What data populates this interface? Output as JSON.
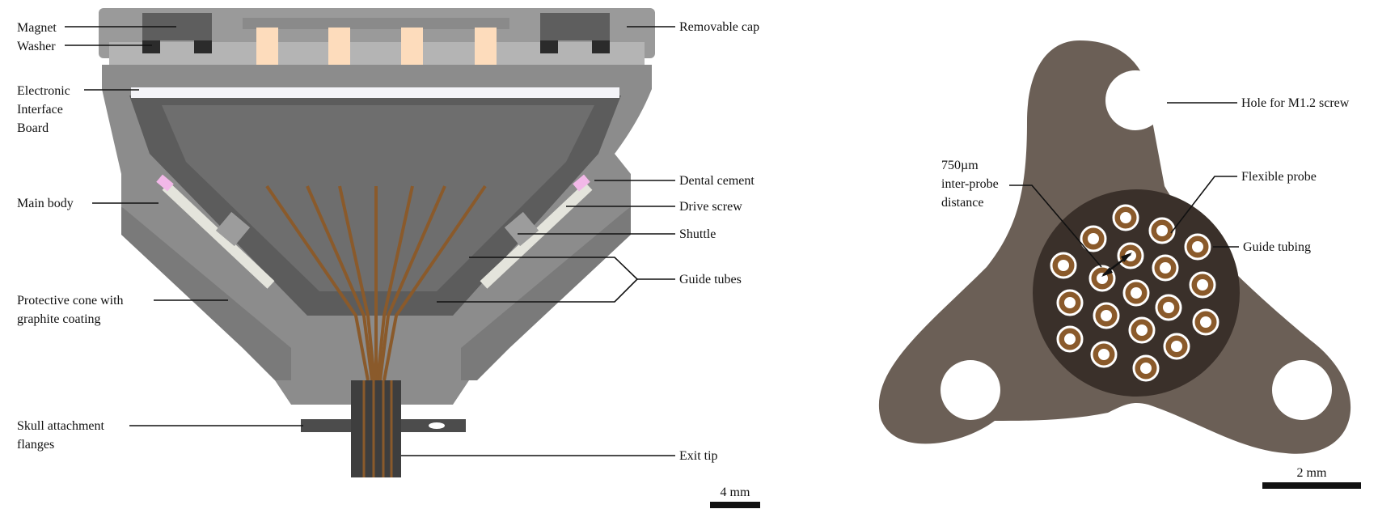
{
  "left_labels": {
    "magnet": "Magnet",
    "washer": "Washer",
    "eib_line1": "Electronic",
    "eib_line2": "Interface",
    "eib_line3": "Board",
    "main_body": "Main body",
    "cone_line1": "Protective cone with",
    "cone_line2": "graphite coating",
    "skull_line1": "Skull attachment",
    "skull_line2": "flanges"
  },
  "right_labels": {
    "removable_cap": "Removable cap",
    "dental_cement": "Dental cement",
    "drive_screw": "Drive screw",
    "shuttle": "Shuttle",
    "guide_tubes": "Guide tubes",
    "exit_tip": "Exit tip"
  },
  "tip_labels": {
    "hole": "Hole for M1.2 screw",
    "flexible_probe": "Flexible probe",
    "guide_tubing": "Guide tubing",
    "dist_line1": "750µm",
    "dist_line2": "inter-probe",
    "dist_line3": "distance"
  },
  "scale_bars": {
    "left": "4 mm",
    "right": "2 mm"
  },
  "colors": {
    "body_gray": "#8c8c8c",
    "dark_gray": "#5a5a5a",
    "copper": "#8a5a2b",
    "pcb_white": "#f4f4f8",
    "connector_peach": "#fddcbc",
    "pink_highlight": "#f2b8e8",
    "tip_brown": "#6b5f56",
    "tip_dark": "#3a302a"
  }
}
